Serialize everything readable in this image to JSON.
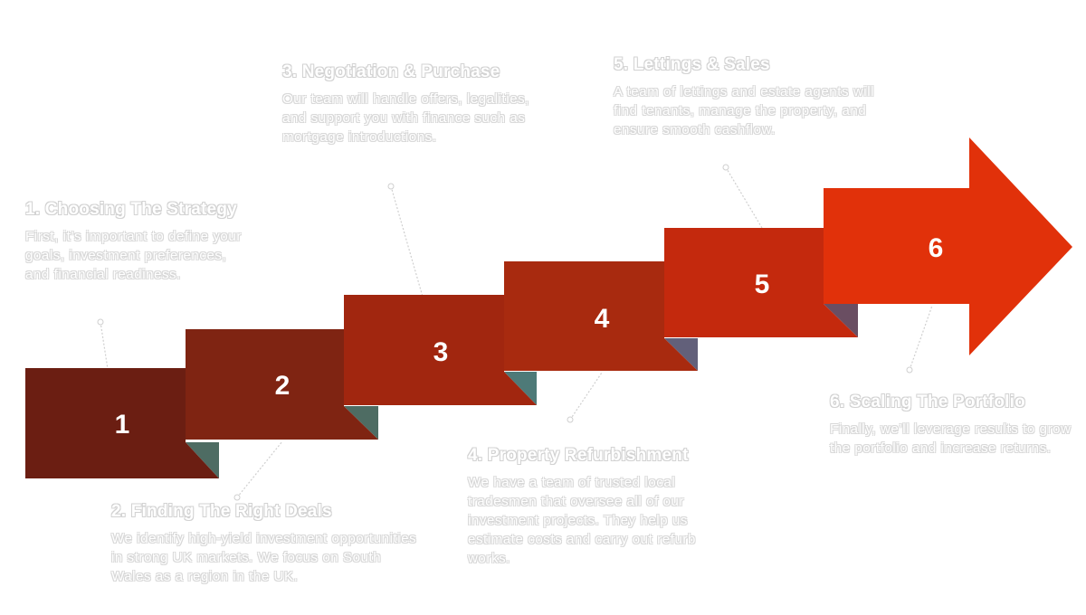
{
  "diagram": {
    "title": "Property investment steps",
    "colors": {
      "step1": "#6b1e12",
      "step2": "#7f2412",
      "step3": "#a1260f",
      "step4": "#a82a0f",
      "step5": "#c4290d",
      "step6": "#e1310a",
      "fold": "#4e6c63",
      "connector": "#cfcfcf"
    },
    "steps": [
      {
        "number": "1",
        "heading": "1. Choosing The Strategy",
        "description": "First, it’s important to define your goals, investment preferences, and financial readiness."
      },
      {
        "number": "2",
        "heading": "2. Finding The Right Deals",
        "description": "We identify high-yield investment opportunities in strong UK markets. We focus on South Wales as a region in the UK."
      },
      {
        "number": "3",
        "heading": "3. Negotiation & Purchase",
        "description": "Our team will handle offers, legalities, and support you with finance such as mortgage introductions."
      },
      {
        "number": "4",
        "heading": "4. Property Refurbishment",
        "description": "We have a team of trusted local tradesmen that oversee all of our investment projects. They help us estimate costs and carry out refurb works."
      },
      {
        "number": "5",
        "heading": "5. Lettings & Sales",
        "description": "A team of lettings and estate agents will find tenants, manage the property, and ensure smooth cashflow."
      },
      {
        "number": "6",
        "heading": "6. Scaling The Portfolio",
        "description": "Finally, we’ll leverage results to grow the portfolio and increase returns."
      }
    ]
  }
}
